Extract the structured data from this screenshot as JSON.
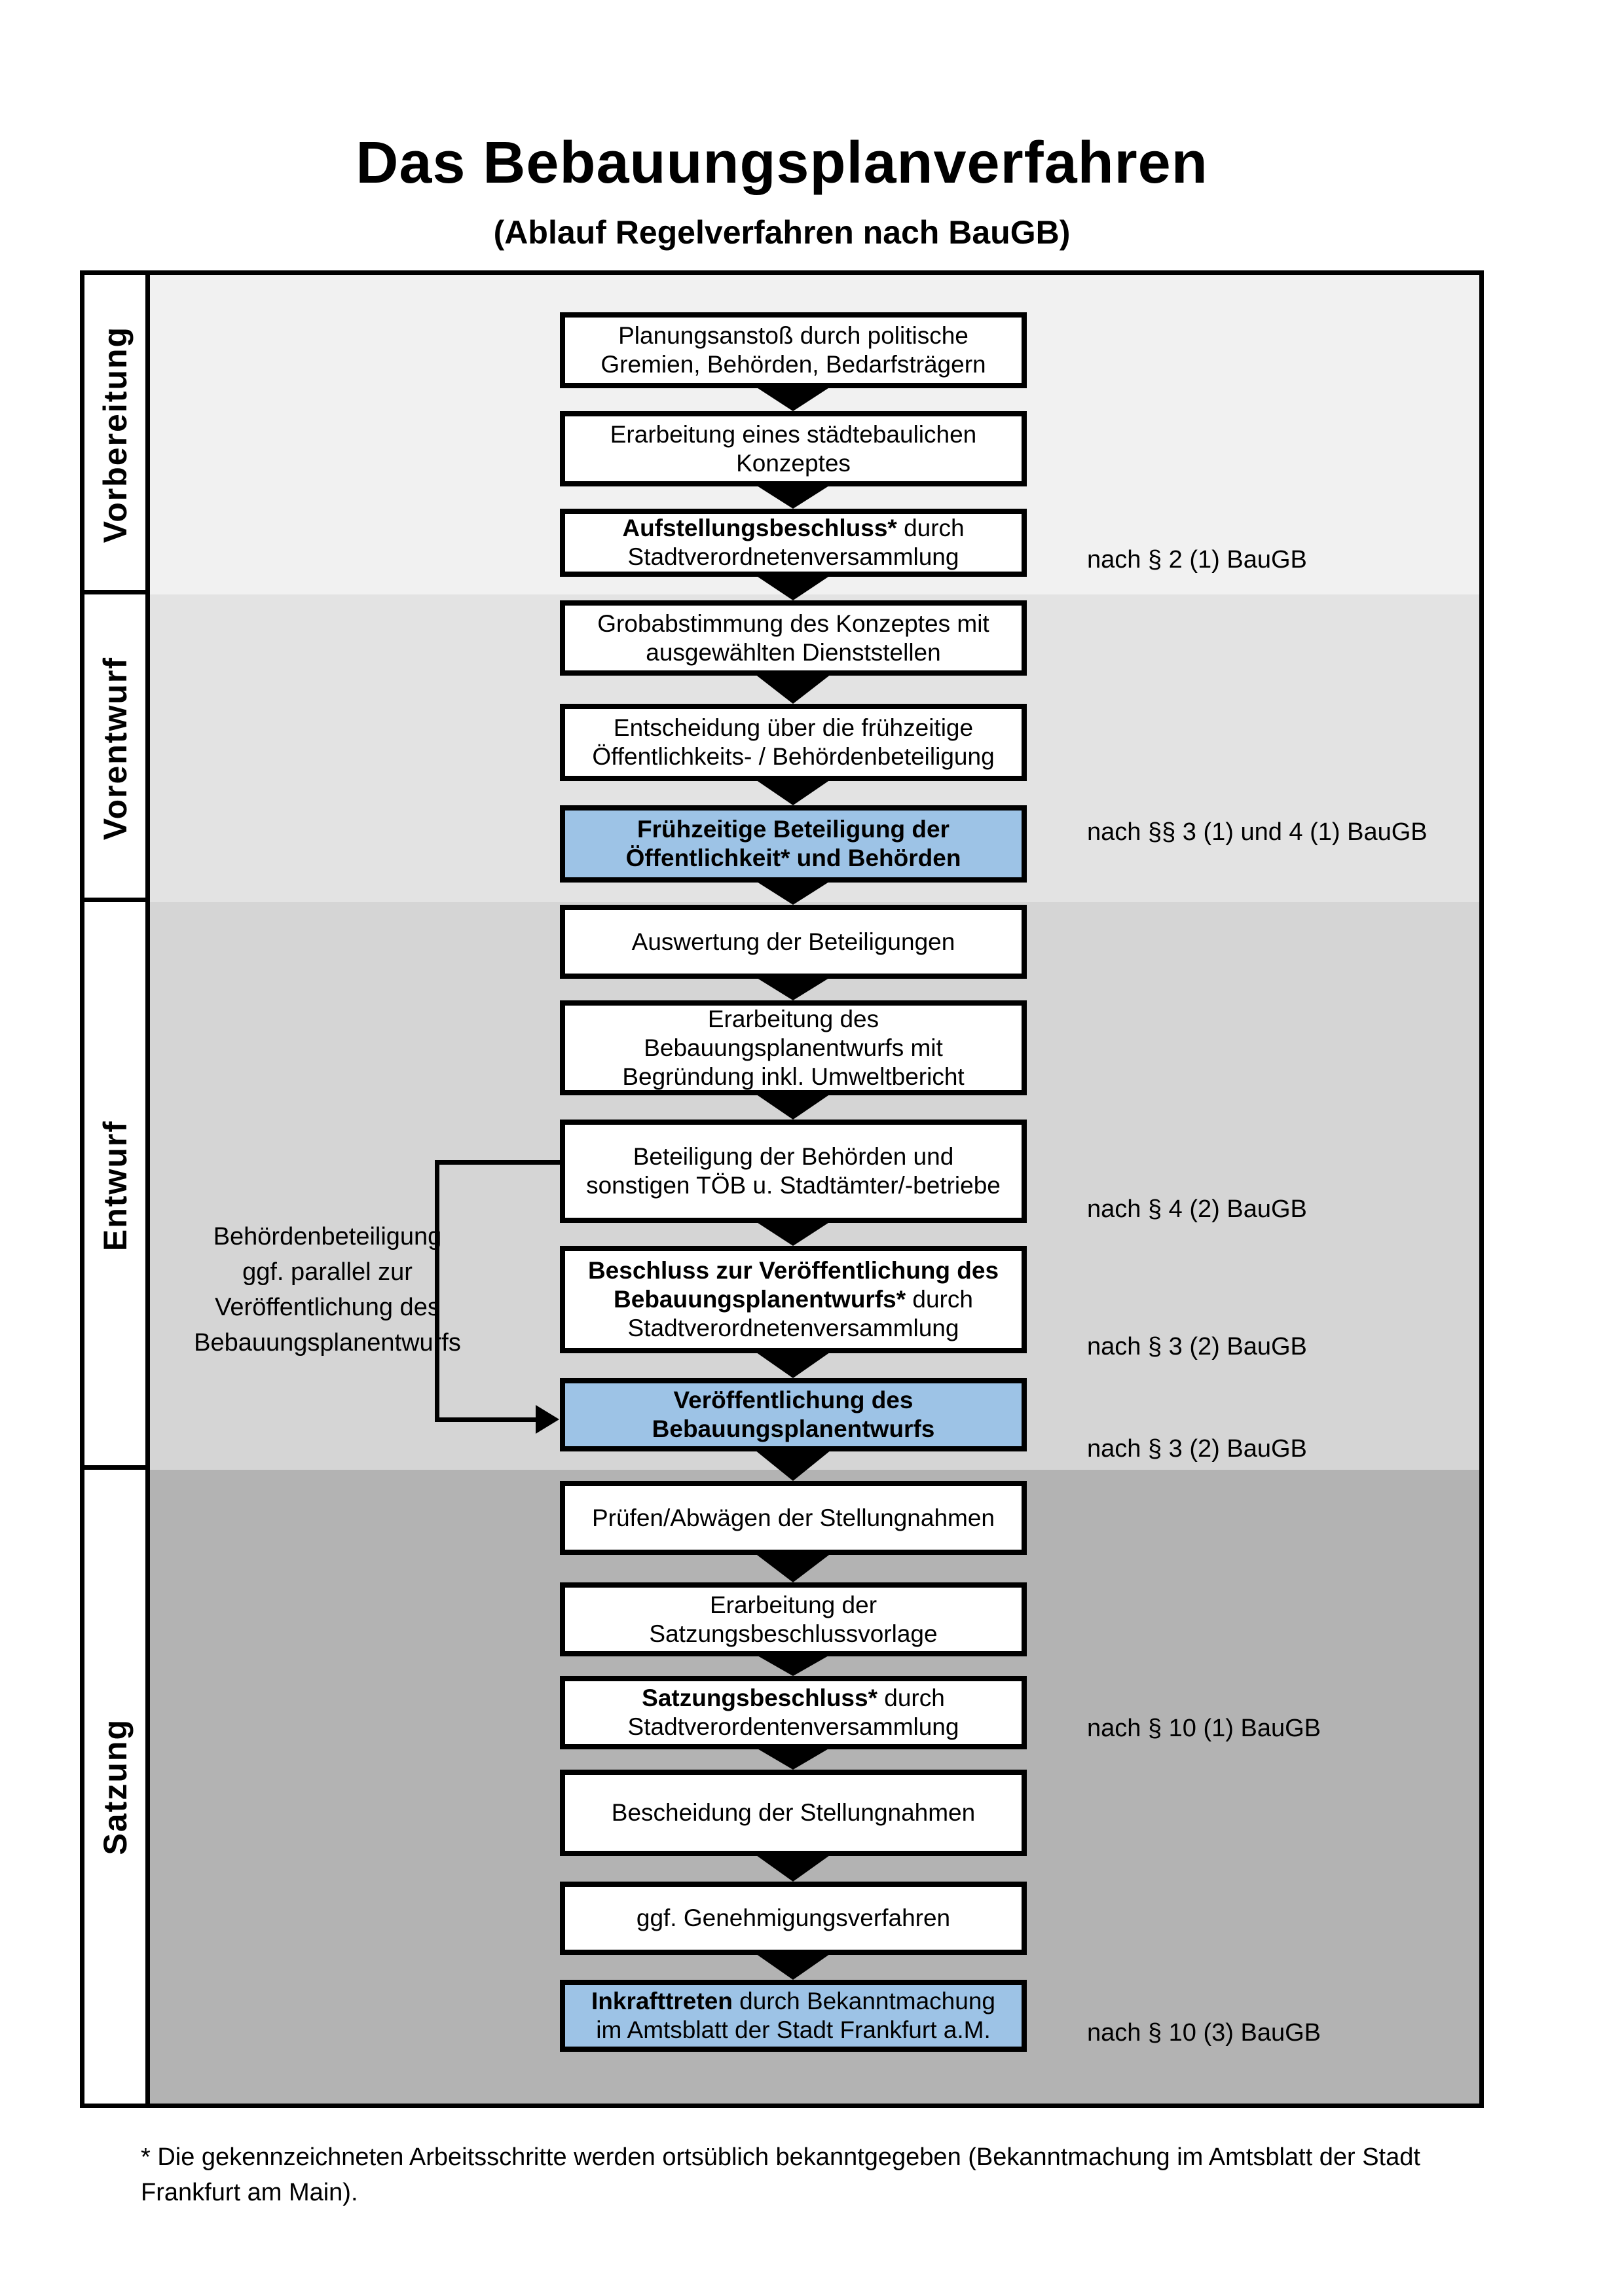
{
  "title": "Das Bebauungsplanverfahren",
  "subtitle": "(Ablauf Regelverfahren nach BauGB)",
  "phases": [
    {
      "label": "Vorbereitung"
    },
    {
      "label": "Vorentwurf"
    },
    {
      "label": "Entwurf"
    },
    {
      "label": "Satzung"
    }
  ],
  "boxes": [
    {
      "highlight": false,
      "lines": [
        [
          {
            "text": "Planungsanstoß durch politische",
            "bold": false
          }
        ],
        [
          {
            "text": "Gremien, Behörden, Bedarfsträgern",
            "bold": false
          }
        ]
      ]
    },
    {
      "highlight": false,
      "lines": [
        [
          {
            "text": "Erarbeitung eines städtebaulichen",
            "bold": false
          }
        ],
        [
          {
            "text": "Konzeptes",
            "bold": false
          }
        ]
      ]
    },
    {
      "highlight": false,
      "lines": [
        [
          {
            "text": "Aufstellungsbeschluss*",
            "bold": true
          },
          {
            "text": " durch",
            "bold": false
          }
        ],
        [
          {
            "text": "Stadtverordnetenversammlung",
            "bold": false
          }
        ]
      ]
    },
    {
      "highlight": false,
      "lines": [
        [
          {
            "text": "Grobabstimmung des Konzeptes mit",
            "bold": false
          }
        ],
        [
          {
            "text": "ausgewählten Dienststellen",
            "bold": false
          }
        ]
      ]
    },
    {
      "highlight": false,
      "lines": [
        [
          {
            "text": "Entscheidung über die frühzeitige",
            "bold": false
          }
        ],
        [
          {
            "text": "Öffentlichkeits- / Behördenbeteiligung",
            "bold": false
          }
        ]
      ]
    },
    {
      "highlight": true,
      "lines": [
        [
          {
            "text": "Frühzeitige Beteiligung der",
            "bold": true
          }
        ],
        [
          {
            "text": "Öffentlichkeit* und Behörden",
            "bold": true
          }
        ]
      ]
    },
    {
      "highlight": false,
      "lines": [
        [
          {
            "text": "Auswertung der Beteiligungen",
            "bold": false
          }
        ]
      ]
    },
    {
      "highlight": false,
      "lines": [
        [
          {
            "text": "Erarbeitung des",
            "bold": false
          }
        ],
        [
          {
            "text": "Bebauungsplanentwurfs mit",
            "bold": false
          }
        ],
        [
          {
            "text": "Begründung inkl. Umweltbericht",
            "bold": false
          }
        ]
      ]
    },
    {
      "highlight": false,
      "lines": [
        [
          {
            "text": "Beteiligung der Behörden und",
            "bold": false
          }
        ],
        [
          {
            "text": "sonstigen TÖB u. Stadtämter/-betriebe",
            "bold": false
          }
        ]
      ]
    },
    {
      "highlight": false,
      "lines": [
        [
          {
            "text": "Beschluss zur Veröffentlichung des",
            "bold": true
          }
        ],
        [
          {
            "text": "Bebauungsplanentwurfs*",
            "bold": true
          },
          {
            "text": " durch",
            "bold": false
          }
        ],
        [
          {
            "text": "Stadtverordnetenversammlung",
            "bold": false
          }
        ]
      ]
    },
    {
      "highlight": true,
      "lines": [
        [
          {
            "text": "Veröffentlichung des",
            "bold": true
          }
        ],
        [
          {
            "text": "Bebauungsplanentwurfs",
            "bold": true
          }
        ]
      ]
    },
    {
      "highlight": false,
      "lines": [
        [
          {
            "text": "Prüfen/Abwägen der Stellungnahmen",
            "bold": false
          }
        ]
      ]
    },
    {
      "highlight": false,
      "lines": [
        [
          {
            "text": "Erarbeitung der",
            "bold": false
          }
        ],
        [
          {
            "text": "Satzungsbeschlussvorlage",
            "bold": false
          }
        ]
      ]
    },
    {
      "highlight": false,
      "lines": [
        [
          {
            "text": "Satzungsbeschluss*",
            "bold": true
          },
          {
            "text": " durch",
            "bold": false
          }
        ],
        [
          {
            "text": "Stadtverordentenversammlung",
            "bold": false
          }
        ]
      ]
    },
    {
      "highlight": false,
      "lines": [
        [
          {
            "text": "Bescheidung der Stellungnahmen",
            "bold": false
          }
        ]
      ]
    },
    {
      "highlight": false,
      "lines": [
        [
          {
            "text": "ggf. Genehmigungsverfahren",
            "bold": false
          }
        ]
      ]
    },
    {
      "highlight": true,
      "lines": [
        [
          {
            "text": "Inkrafttreten",
            "bold": true
          },
          {
            "text": " durch Bekanntmachung",
            "bold": false
          }
        ],
        [
          {
            "text": "im Amtsblatt der Stadt Frankfurt a.M.",
            "bold": false
          }
        ]
      ]
    }
  ],
  "annotations": [
    {
      "text": "nach § 2 (1) BauGB"
    },
    {
      "text": "nach §§ 3 (1) und 4 (1) BauGB"
    },
    {
      "text": "nach § 4 (2) BauGB"
    },
    {
      "text": "nach § 3 (2) BauGB"
    },
    {
      "text": "nach § 3 (2) BauGB"
    },
    {
      "text": "nach § 10 (1) BauGB"
    },
    {
      "text": "nach § 10 (3) BauGB"
    }
  ],
  "side_note": {
    "lines": [
      "Behördenbeteiligung",
      "ggf. parallel zur",
      "Veröffentlichung des",
      "Bebauungsplanentwurfs"
    ]
  },
  "footnote_lines": [
    "* Die gekennzeichneten Arbeitsschritte werden ortsüblich bekanntgegeben (Bekanntmachung im Amtsblatt  der Stadt",
    "Frankfurt am Main)."
  ],
  "colors": {
    "highlight_blue": "#9dc3e6",
    "phase_backgrounds": [
      "#f1f1f1",
      "#e3e3e3",
      "#d5d5d5",
      "#b3b3b3"
    ]
  }
}
